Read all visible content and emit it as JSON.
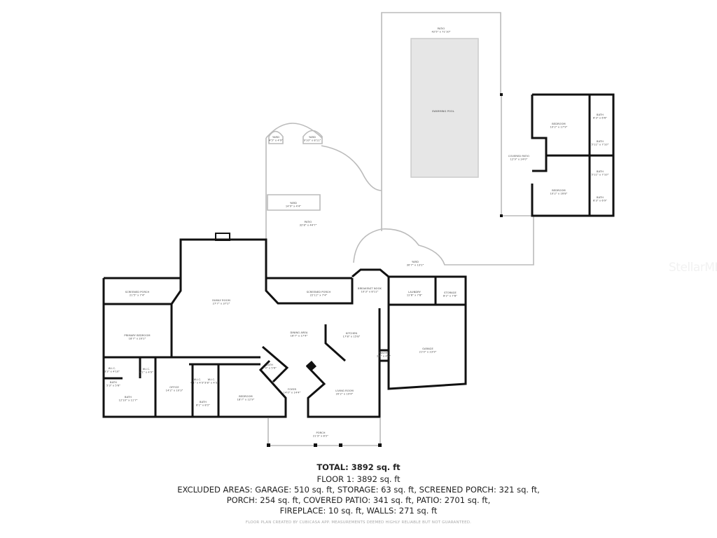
{
  "watermark": "StellarMLS",
  "rooms": [
    {
      "name": "PATIO",
      "dims": "42'5\" x 71'10\""
    },
    {
      "name": "SWIMMING POOL",
      "dims": ""
    },
    {
      "name": "YARD",
      "dims": "4'5\" x 4'9\""
    },
    {
      "name": "YARD",
      "dims": "9'10\" x 8'11\""
    },
    {
      "name": "YARD",
      "dims": "14'9\" x 4'4\""
    },
    {
      "name": "PATIO",
      "dims": "32'8\" x 44'7\""
    },
    {
      "name": "YARD",
      "dims": "30'7\" x 13'2\""
    },
    {
      "name": "COVERED PATIO",
      "dims": "12'9\" x 24'0\""
    },
    {
      "name": "BEDROOM",
      "dims": "10'2\" x 17'9\""
    },
    {
      "name": "BATH",
      "dims": "6'3\" x 6'6\""
    },
    {
      "name": "BATH",
      "dims": "5'11\" x 7'10\""
    },
    {
      "name": "BATH",
      "dims": "5'11\" x 7'10\""
    },
    {
      "name": "BEDROOM",
      "dims": "10'2\" x 16'8\""
    },
    {
      "name": "BATH",
      "dims": "6'3\" x 6'9\""
    },
    {
      "name": "SCREENED PORCH",
      "dims": "21'5\" x 7'4\""
    },
    {
      "name": "FAMILY ROOM",
      "dims": "27'7\" x 37'2\""
    },
    {
      "name": "PRIMARY BEDROOM",
      "dims": "18'7\" x 20'2\""
    },
    {
      "name": "W.I.C.",
      "dims": "3'3\" x 4'10\""
    },
    {
      "name": "W.I.C.",
      "dims": "4'1\" x 4'9\""
    },
    {
      "name": "BATH",
      "dims": "5'3\" x 5'6\""
    },
    {
      "name": "BATH",
      "dims": "12'10\" x 11'7\""
    },
    {
      "name": "OFFICE",
      "dims": "14'2\" x 10'3\""
    },
    {
      "name": "W.I.C.",
      "dims": "4'1\" x 4'3\""
    },
    {
      "name": "W.I.C.",
      "dims": "3'8\" x 4'3\""
    },
    {
      "name": "BATH",
      "dims": "8'1\" x 8'2\""
    },
    {
      "name": "BEDROOM",
      "dims": "18'7\" x 12'9\""
    },
    {
      "name": "BATH",
      "dims": "7'4\" x 5'6\""
    },
    {
      "name": "SCREENED PORCH",
      "dims": "22'11\" x 7'4\""
    },
    {
      "name": "BREAKFAST NOOK",
      "dims": "10'3\" x 8'11\""
    },
    {
      "name": "LAUNDRY",
      "dims": "12'8\" x 7'8\""
    },
    {
      "name": "STORAGE",
      "dims": "8'2\" x 7'8\""
    },
    {
      "name": "DINING AREA",
      "dims": "16'7\" x 17'4\""
    },
    {
      "name": "KITCHEN",
      "dims": "17'8\" x 15'8\""
    },
    {
      "name": "PANTRY",
      "dims": "2'8\" x 4'5\""
    },
    {
      "name": "GARAGE",
      "dims": "21'0\" x 23'9\""
    },
    {
      "name": "FOYER",
      "dims": "14'0\" x 14'4\""
    },
    {
      "name": "LIVING ROOM",
      "dims": "20'2\" x 19'4\""
    },
    {
      "name": "PORCH",
      "dims": "21'3\" x 8'2\""
    }
  ],
  "summary": {
    "total": "TOTAL: 3892 sq. ft",
    "floor1": "FLOOR 1: 3892 sq. ft",
    "excluded_1": "EXCLUDED AREAS: GARAGE: 510 sq. ft, STORAGE: 63 sq. ft, SCREENED PORCH: 321 sq. ft,",
    "excluded_2": "PORCH: 254 sq. ft, COVERED PATIO: 341 sq. ft, PATIO: 2701 sq. ft,",
    "excluded_3": "FIREPLACE: 10 sq. ft, WALLS: 271 sq. ft",
    "disclaimer": "FLOOR PLAN CREATED BY CUBICASA APP. MEASUREMENTS DEEMED HIGHLY RELIABLE BUT NOT GUARANTEED."
  }
}
